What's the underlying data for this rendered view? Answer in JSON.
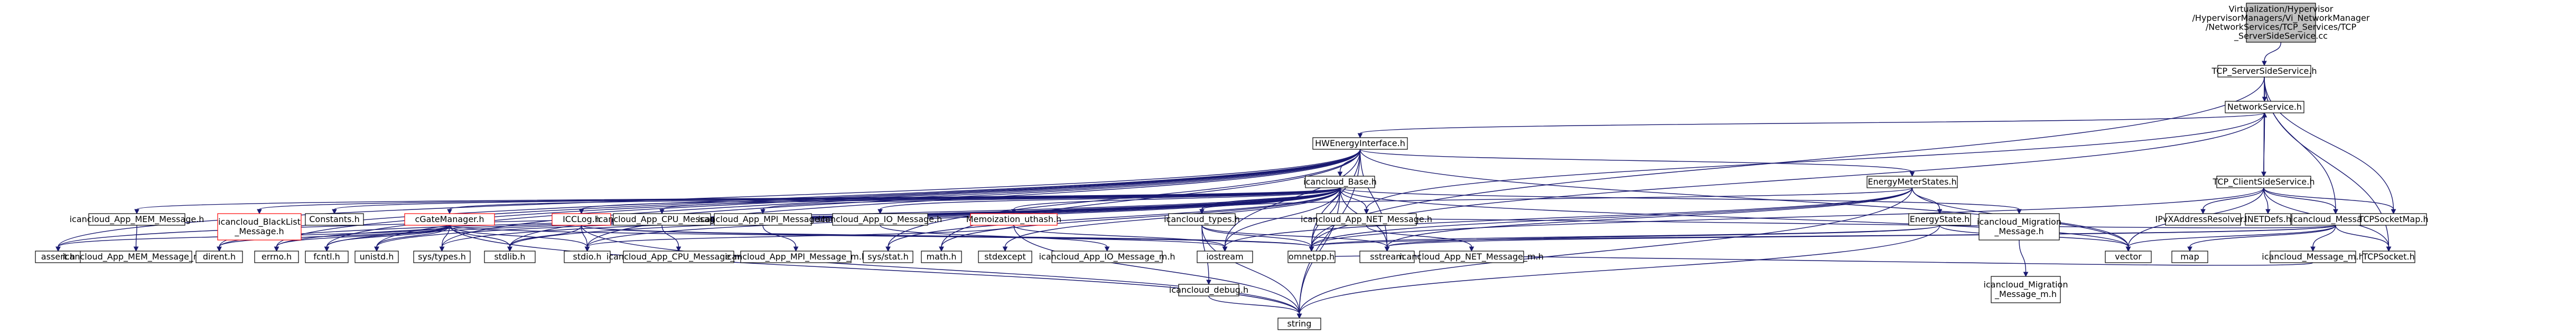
{
  "colors": {
    "edge": "#191970",
    "root_fill": "#bfbfbf",
    "node_fill": "#ffffff",
    "red_border": "#ff0000"
  },
  "nodes": [
    {
      "id": "root",
      "lines": [
        "Virtualization/Hypervisor",
        "/HypervisorManagers/Vi_NetworkManager",
        "/NetworkServices/TCP_Services/TCP",
        "_ServerSideService.cc"
      ],
      "style": "root"
    },
    {
      "id": "tcp_server",
      "lines": [
        "TCP_ServerSideService.h"
      ]
    },
    {
      "id": "netservice",
      "lines": [
        "NetworkService.h"
      ]
    },
    {
      "id": "hwenergy",
      "lines": [
        "HWEnergyInterface.h"
      ]
    },
    {
      "id": "tcp_client",
      "lines": [
        "TCP_ClientSideService.h"
      ]
    },
    {
      "id": "icb",
      "lines": [
        "icancloud_Base.h"
      ]
    },
    {
      "id": "energymeter",
      "lines": [
        "EnergyMeterStates.h"
      ]
    },
    {
      "id": "ipv4",
      "lines": [
        "IPvXAddressResolver.h"
      ]
    },
    {
      "id": "inetdefs",
      "lines": [
        "INETDefs.h"
      ]
    },
    {
      "id": "icmsg",
      "lines": [
        "icancloud_Message.h"
      ]
    },
    {
      "id": "tcpsockmap",
      "lines": [
        "TCPSocketMap.h"
      ]
    },
    {
      "id": "mem",
      "lines": [
        "icancloud_App_MEM_Message.h"
      ]
    },
    {
      "id": "blacklist",
      "lines": [
        "icancloud_BlackList",
        "_Message.h"
      ],
      "style": "red"
    },
    {
      "id": "constants",
      "lines": [
        "Constants.h"
      ]
    },
    {
      "id": "cgatemgr",
      "lines": [
        "cGateManager.h"
      ],
      "style": "red"
    },
    {
      "id": "icclog",
      "lines": [
        "ICCLog.h"
      ],
      "style": "red"
    },
    {
      "id": "cpu",
      "lines": [
        "icancloud_App_CPU_Message.h"
      ]
    },
    {
      "id": "mpi",
      "lines": [
        "icancloud_App_MPI_Message.h"
      ]
    },
    {
      "id": "io",
      "lines": [
        "icancloud_App_IO_Message.h"
      ]
    },
    {
      "id": "memo",
      "lines": [
        "Memoization_uthash.h"
      ],
      "style": "red"
    },
    {
      "id": "types",
      "lines": [
        "icancloud_types.h"
      ]
    },
    {
      "id": "net",
      "lines": [
        "icancloud_App_NET_Message.h"
      ]
    },
    {
      "id": "energystate",
      "lines": [
        "EnergyState.h"
      ]
    },
    {
      "id": "migration",
      "lines": [
        "icancloud_Migration",
        "_Message.h"
      ]
    },
    {
      "id": "assert",
      "lines": [
        "assert.h"
      ]
    },
    {
      "id": "mem_m",
      "lines": [
        "icancloud_App_MEM_Message_m.h"
      ]
    },
    {
      "id": "dirent",
      "lines": [
        "dirent.h"
      ]
    },
    {
      "id": "errno",
      "lines": [
        "errno.h"
      ]
    },
    {
      "id": "fcntl",
      "lines": [
        "fcntl.h"
      ]
    },
    {
      "id": "unistd",
      "lines": [
        "unistd.h"
      ]
    },
    {
      "id": "systypes",
      "lines": [
        "sys/types.h"
      ]
    },
    {
      "id": "stdlib",
      "lines": [
        "stdlib.h"
      ]
    },
    {
      "id": "stdio",
      "lines": [
        "stdio.h"
      ]
    },
    {
      "id": "cpu_m",
      "lines": [
        "icancloud_App_CPU_Message_m.h"
      ]
    },
    {
      "id": "mpi_m",
      "lines": [
        "icancloud_App_MPI_Message_m.h"
      ]
    },
    {
      "id": "sysstat",
      "lines": [
        "sys/stat.h"
      ]
    },
    {
      "id": "math",
      "lines": [
        "math.h"
      ]
    },
    {
      "id": "stdexcept",
      "lines": [
        "stdexcept"
      ]
    },
    {
      "id": "io_m",
      "lines": [
        "icancloud_App_IO_Message_m.h"
      ]
    },
    {
      "id": "iostream",
      "lines": [
        "iostream"
      ]
    },
    {
      "id": "debug",
      "lines": [
        "icancloud_debug.h"
      ]
    },
    {
      "id": "omnetpp",
      "lines": [
        "omnetpp.h"
      ]
    },
    {
      "id": "sstream",
      "lines": [
        "sstream"
      ]
    },
    {
      "id": "net_m",
      "lines": [
        "icancloud_App_NET_Message_m.h"
      ]
    },
    {
      "id": "migration_m",
      "lines": [
        "icancloud_Migration",
        "_Message_m.h"
      ]
    },
    {
      "id": "vector",
      "lines": [
        "vector"
      ]
    },
    {
      "id": "map",
      "lines": [
        "map"
      ]
    },
    {
      "id": "icmsg_m",
      "lines": [
        "icancloud_Message_m.h"
      ]
    },
    {
      "id": "tcpsock",
      "lines": [
        "TCPSocket.h"
      ]
    },
    {
      "id": "string",
      "lines": [
        "string"
      ]
    }
  ],
  "edges": [
    [
      "root",
      "tcp_server"
    ],
    [
      "tcp_server",
      "netservice"
    ],
    [
      "tcp_server",
      "tcp_client"
    ],
    [
      "tcp_server",
      "icmsg"
    ],
    [
      "tcp_server",
      "tcpsockmap"
    ],
    [
      "tcp_server",
      "tcpsock"
    ],
    [
      "tcp_server",
      "omnetpp"
    ],
    [
      "netservice",
      "hwenergy"
    ],
    [
      "netservice",
      "tcp_client"
    ],
    [
      "netservice",
      "net"
    ],
    [
      "netservice",
      "omnetpp"
    ],
    [
      "tcp_client",
      "netservice"
    ],
    [
      "tcp_client",
      "ipv4"
    ],
    [
      "tcp_client",
      "inetdefs"
    ],
    [
      "tcp_client",
      "icmsg"
    ],
    [
      "tcp_client",
      "tcpsockmap"
    ],
    [
      "tcp_client",
      "tcpsock"
    ],
    [
      "tcp_client",
      "omnetpp"
    ],
    [
      "tcp_client",
      "vector"
    ],
    [
      "hwenergy",
      "icb"
    ],
    [
      "hwenergy",
      "energymeter"
    ],
    [
      "hwenergy",
      "assert"
    ],
    [
      "hwenergy",
      "dirent"
    ],
    [
      "hwenergy",
      "errno"
    ],
    [
      "hwenergy",
      "fcntl"
    ],
    [
      "hwenergy",
      "unistd"
    ],
    [
      "hwenergy",
      "systypes"
    ],
    [
      "hwenergy",
      "stdlib"
    ],
    [
      "hwenergy",
      "stdio"
    ],
    [
      "hwenergy",
      "sysstat"
    ],
    [
      "hwenergy",
      "math"
    ],
    [
      "hwenergy",
      "iostream"
    ],
    [
      "hwenergy",
      "omnetpp"
    ],
    [
      "hwenergy",
      "sstream"
    ],
    [
      "hwenergy",
      "vector"
    ],
    [
      "hwenergy",
      "string"
    ],
    [
      "icb",
      "mem"
    ],
    [
      "icb",
      "blacklist"
    ],
    [
      "icb",
      "constants"
    ],
    [
      "icb",
      "cgatemgr"
    ],
    [
      "icb",
      "icclog"
    ],
    [
      "icb",
      "cpu"
    ],
    [
      "icb",
      "mpi"
    ],
    [
      "icb",
      "io"
    ],
    [
      "icb",
      "memo"
    ],
    [
      "icb",
      "types"
    ],
    [
      "icb",
      "net"
    ],
    [
      "icb",
      "migration"
    ],
    [
      "icb",
      "assert"
    ],
    [
      "icb",
      "dirent"
    ],
    [
      "icb",
      "errno"
    ],
    [
      "icb",
      "fcntl"
    ],
    [
      "icb",
      "unistd"
    ],
    [
      "icb",
      "systypes"
    ],
    [
      "icb",
      "stdlib"
    ],
    [
      "icb",
      "stdio"
    ],
    [
      "icb",
      "sysstat"
    ],
    [
      "icb",
      "math"
    ],
    [
      "icb",
      "stdexcept"
    ],
    [
      "icb",
      "iostream"
    ],
    [
      "icb",
      "omnetpp"
    ],
    [
      "icb",
      "sstream"
    ],
    [
      "icb",
      "vector"
    ],
    [
      "icb",
      "string"
    ],
    [
      "energymeter",
      "energystate"
    ],
    [
      "energymeter",
      "types"
    ],
    [
      "energymeter",
      "iostream"
    ],
    [
      "energymeter",
      "omnetpp"
    ],
    [
      "energymeter",
      "sstream"
    ],
    [
      "energymeter",
      "vector"
    ],
    [
      "energymeter",
      "string"
    ],
    [
      "icmsg",
      "types"
    ],
    [
      "icmsg",
      "icmsg_m"
    ],
    [
      "icmsg",
      "tcpsock"
    ],
    [
      "icmsg",
      "omnetpp"
    ],
    [
      "icmsg",
      "sstream"
    ],
    [
      "icmsg",
      "vector"
    ],
    [
      "icmsg",
      "map"
    ],
    [
      "mem",
      "mem_m"
    ],
    [
      "cgatemgr",
      "assert"
    ],
    [
      "cgatemgr",
      "dirent"
    ],
    [
      "cgatemgr",
      "errno"
    ],
    [
      "cgatemgr",
      "fcntl"
    ],
    [
      "cgatemgr",
      "unistd"
    ],
    [
      "cgatemgr",
      "systypes"
    ],
    [
      "cgatemgr",
      "stdlib"
    ],
    [
      "cgatemgr",
      "stdio"
    ],
    [
      "cgatemgr",
      "omnetpp"
    ],
    [
      "cgatemgr",
      "string"
    ],
    [
      "icclog",
      "stdio"
    ],
    [
      "icclog",
      "stdlib"
    ],
    [
      "icclog",
      "iostream"
    ],
    [
      "icclog",
      "omnetpp"
    ],
    [
      "icclog",
      "string"
    ],
    [
      "cpu",
      "cpu_m"
    ],
    [
      "mpi",
      "mpi_m"
    ],
    [
      "io",
      "io_m"
    ],
    [
      "memo",
      "stdio"
    ],
    [
      "memo",
      "iostream"
    ],
    [
      "memo",
      "string"
    ],
    [
      "types",
      "debug"
    ],
    [
      "types",
      "omnetpp"
    ],
    [
      "types",
      "sstream"
    ],
    [
      "types",
      "string"
    ],
    [
      "debug",
      "string"
    ],
    [
      "net",
      "net_m"
    ],
    [
      "energystate",
      "omnetpp"
    ],
    [
      "energystate",
      "sstream"
    ],
    [
      "energystate",
      "vector"
    ],
    [
      "energystate",
      "string"
    ],
    [
      "migration",
      "migration_m"
    ],
    [
      "icmsg_m",
      "omnetpp"
    ]
  ]
}
